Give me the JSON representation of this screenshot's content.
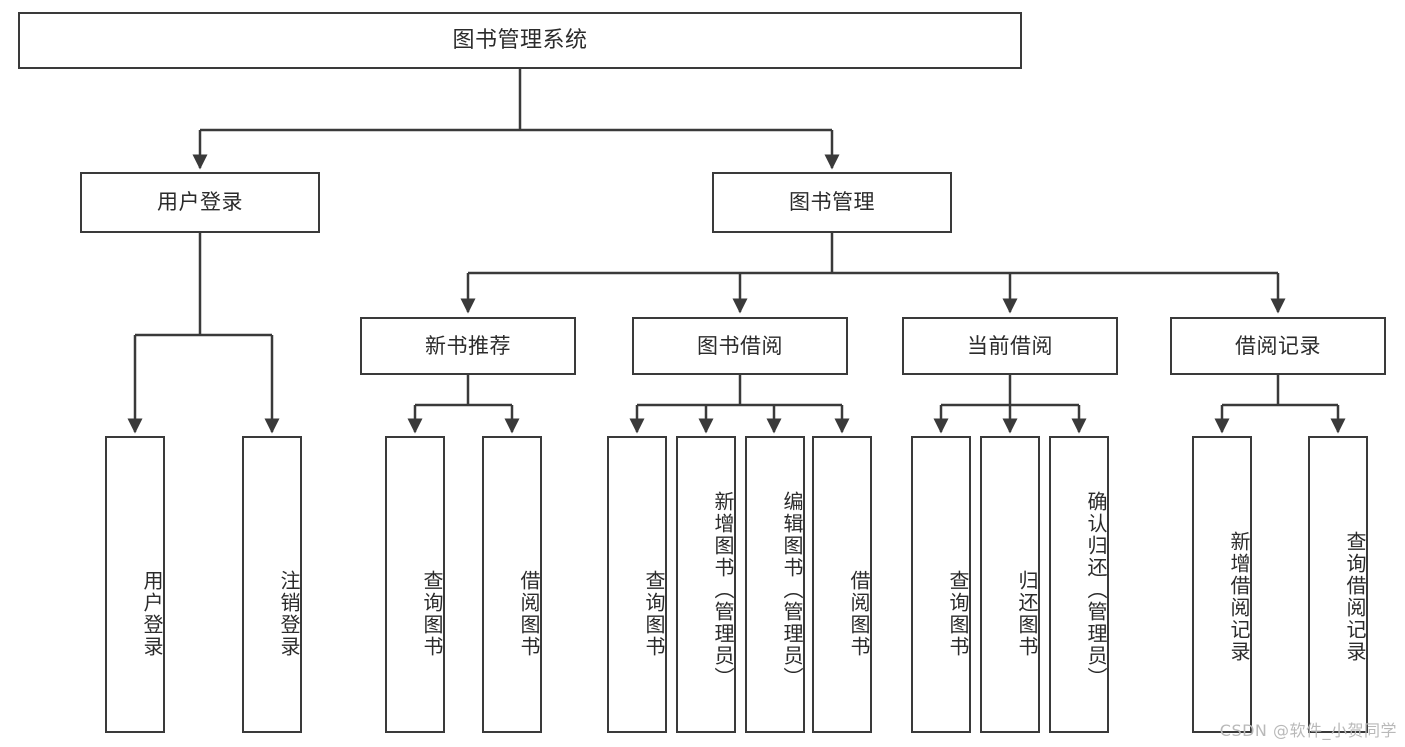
{
  "diagram": {
    "type": "tree-hierarchy",
    "title": "图书管理系统",
    "watermark": "CSDN @软件_小贺同学",
    "colors": {
      "stroke": "#3a3a3a",
      "text": "#2b2b2b",
      "background": "#ffffff",
      "watermark": "#b9b9b9"
    },
    "levels": {
      "root": {
        "label": "图书管理系统"
      },
      "level2": [
        {
          "label": "用户登录"
        },
        {
          "label": "图书管理"
        }
      ],
      "level3": [
        {
          "label": "新书推荐"
        },
        {
          "label": "图书借阅"
        },
        {
          "label": "当前借阅"
        },
        {
          "label": "借阅记录"
        }
      ],
      "leaves": {
        "user_login": [
          {
            "label": "用户登录"
          },
          {
            "label": "注销登录"
          }
        ],
        "new_book_recommend": [
          {
            "label": "查询图书"
          },
          {
            "label": "借阅图书"
          }
        ],
        "book_borrow": [
          {
            "label": "查询图书"
          },
          {
            "label": "新增图书（管理员）"
          },
          {
            "label": "编辑图书（管理员）"
          },
          {
            "label": "借阅图书"
          }
        ],
        "current_borrow": [
          {
            "label": "查询图书"
          },
          {
            "label": "归还图书"
          },
          {
            "label": "确认归还（管理员）"
          }
        ],
        "borrow_record": [
          {
            "label": "新增借阅记录"
          },
          {
            "label": "查询借阅记录"
          }
        ]
      }
    }
  }
}
